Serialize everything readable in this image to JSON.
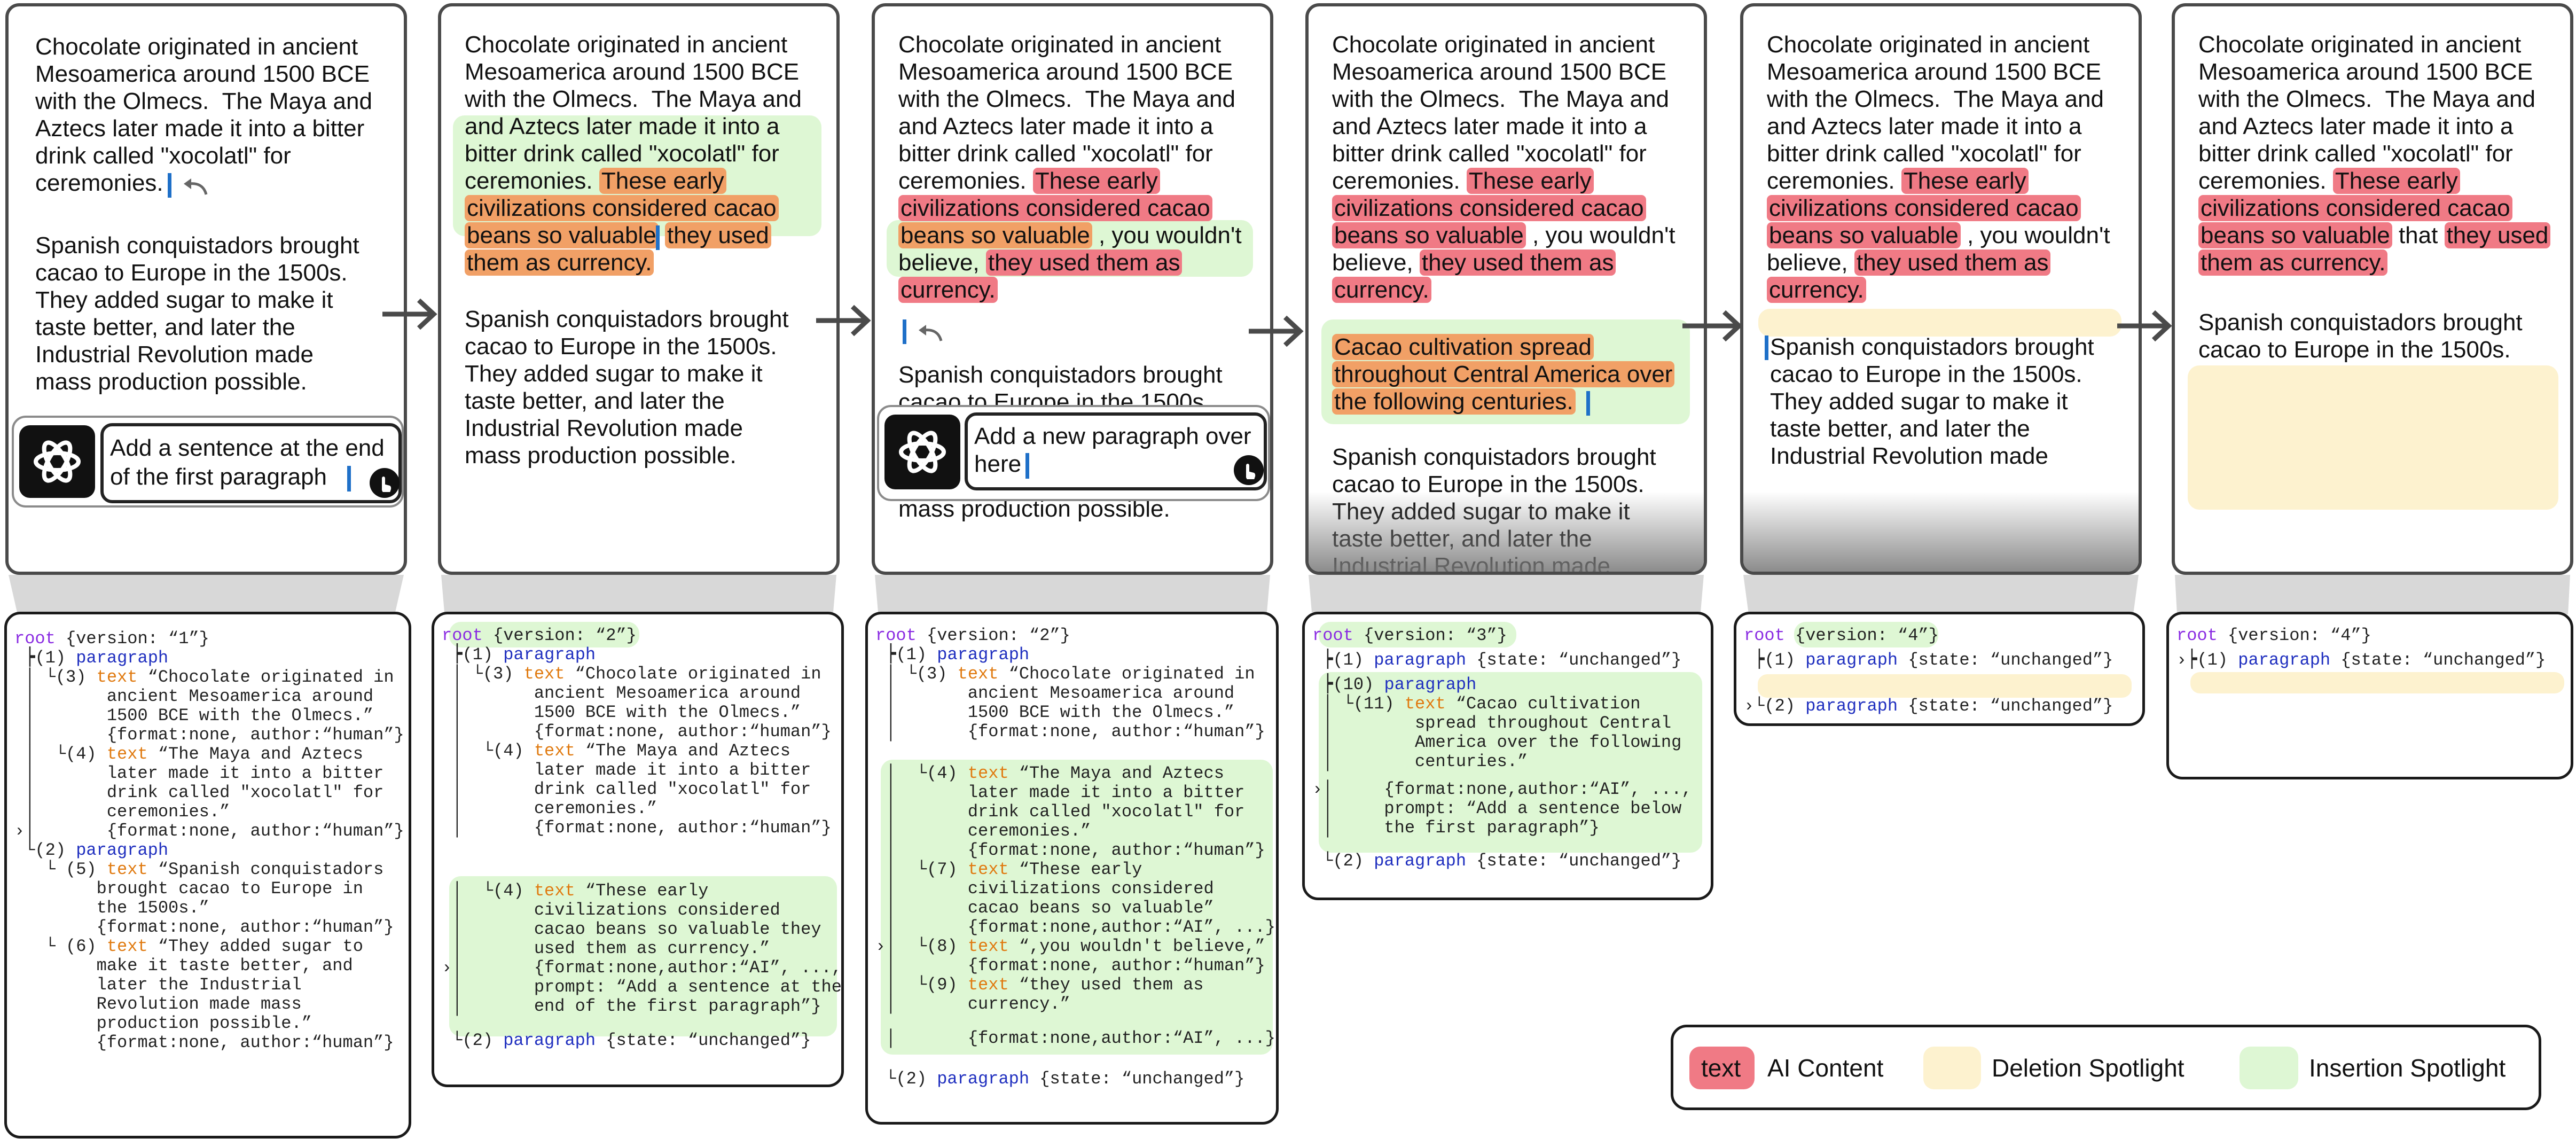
{
  "paragraph1": {
    "line1": "Chocolate originated in ancient",
    "line2": "Mesoamerica around 1500 BCE",
    "line3": "with the Olmecs.",
    "line3b": "The Maya and",
    "line4": "Aztecs later made it into a bitter",
    "line5": "drink called \"xocolatl\" for",
    "line6": "ceremonies."
  },
  "paragraph2": {
    "line1": "Spanish conquistadors brought",
    "line2": "cacao to Europe in the 1500s.",
    "line3": "They added sugar to make it",
    "line4": "taste better, and later the",
    "line5": "Industrial Revolution made",
    "line6": "mass production possible."
  },
  "panel2": {
    "line4": "and Aztecs later made it into a",
    "line5": "bitter drink called \"xocolatl\" for",
    "line6": "ceremonies.",
    "ins1": "These early",
    "ins2": "civilizations considered cacao",
    "ins3": "beans so valuable",
    "ins3b": "they used",
    "ins4": "them as currency."
  },
  "panel3": {
    "seg_wouldnt": ", you wouldn't",
    "seg_believe": "believe,",
    "seg_used": "they used them as",
    "seg_currency": "currency.",
    "para2_cut": "cacao to Europe in the 1500s"
  },
  "panel4": {
    "ins1": "Cacao cultivation spread",
    "ins2": "throughout Central America over",
    "ins3": "the following centuries."
  },
  "panel6": {
    "that": "that"
  },
  "prompt1": {
    "text1": "Add a sentence at the end",
    "text2": "of the first paragraph"
  },
  "prompt2": {
    "text1": "Add a new paragraph over",
    "text2": "here"
  },
  "tree1": {
    "l1a": "root",
    "l1b": " {version: “1”}",
    "l2": " ┝(1) ",
    "l2p": "paragraph",
    "l3": " │ └(3) ",
    "l3t": "text",
    "l3b": " “Chocolate originated in",
    "l4": " │       ancient Mesoamerica around",
    "l5": " │       1500 BCE with the Olmecs.”",
    "l6": " │       {format:none, author:“human”}",
    "l7": " │  └(4) ",
    "l7t": "text",
    "l7b": " “The Maya and Aztecs",
    "l8": " │       later made it into a bitter",
    "l9": " │       drink called \"xocolatl\" for",
    "l10": " │       ceremonies.”",
    "l11": "›│       {format:none, author:“human”}",
    "l12": " └(2) ",
    "l12p": "paragraph",
    "l13": "   └ (5) ",
    "l13t": "text",
    "l13b": " “Spanish conquistadors",
    "l14": "        brought cacao to Europe in",
    "l15": "        the 1500s.”",
    "l16": "        {format:none, author:“human”}",
    "l17": "   └ (6) ",
    "l17t": "text",
    "l17b": " “They added sugar to",
    "l18": "        make it taste better, and",
    "l19": "        later the Industrial",
    "l20": "        Revolution made mass",
    "l21": "        production possible.”",
    "l22": "        {format:none, author:“human”}"
  },
  "tree2": {
    "l1a": "root",
    "l1b": " {version: “2”}",
    "l2": " ┝(1) ",
    "l2p": "paragraph",
    "l3": " │ └(3) ",
    "l3t": "text",
    "l3b": " “Chocolate originated in",
    "l4": " │       ancient Mesoamerica around",
    "l5": " │       1500 BCE with the Olmecs.”",
    "l6": " │       {format:none, author:“human”}",
    "l7": " │  └(4) ",
    "l7t": "text",
    "l7b": " “The Maya and Aztecs",
    "l8": " │       later made it into a bitter",
    "l9": " │       drink called \"xocolatl\" for",
    "l10": " │       ceremonies.”",
    "l11": " │       {format:none, author:“human”}",
    "l12": " │  └(4) ",
    "l12t": "text",
    "l12b": " “These early",
    "l13": " │       civilizations considered",
    "l14": " │       cacao beans so valuable they",
    "l15": " │       used them as currency.”",
    "l16": "›│       {format:none,author:“AI”, ...,",
    "l17": " │       prompt: “Add a sentence at the",
    "l18": " │       end of the first paragraph”}",
    "l19": " └(2) ",
    "l19p": "paragraph",
    "l19b": " {state: “unchanged”}"
  },
  "tree3": {
    "l1a": "root",
    "l1b": " {version: “2”}",
    "l2": " ┝(1) ",
    "l2p": "paragraph",
    "l3": " │ └(3) ",
    "l3t": "text",
    "l3b": " “Chocolate originated in",
    "l4": " │       ancient Mesoamerica around",
    "l5": " │       1500 BCE with the Olmecs.”",
    "l6": " │       {format:none, author:“human”}",
    "l7": " │  └(4) ",
    "l7t": "text",
    "l7b": " “The Maya and Aztecs",
    "l8": " │       later made it into a bitter",
    "l9": " │       drink called \"xocolatl\" for",
    "l10": " │       ceremonies.”",
    "l11": " │       {format:none, author:“human”}",
    "l12": " │  └(7) ",
    "l12t": "text",
    "l12b": " “These early",
    "l13": " │       civilizations considered",
    "l14": " │       cacao beans so valuable”",
    "l15": " │       {format:none,author:“AI”, ...}",
    "l16": "›│  └(8) ",
    "l16t": "text",
    "l16b": " “,you wouldn't believe,”",
    "l17": " │       {format:none, author:“human”}",
    "l18": " │  └(9) ",
    "l18t": "text",
    "l18b": " “they used them as",
    "l19": " │       currency.”",
    "l20": " │       {format:none,author:“AI”, ...}",
    "l21": " └(2) ",
    "l21p": "paragraph",
    "l21b": " {state: “unchanged”}"
  },
  "tree4": {
    "l1a": "root",
    "l1b": " {version: “3”}",
    "l2": " ┝(1) ",
    "l2p": "paragraph",
    "l2b": " {state: “unchanged”}",
    "l3": " ┝(10) ",
    "l3p": "paragraph",
    "l4": " │ └(11) ",
    "l4t": "text",
    "l4b": " “Cacao cultivation",
    "l5": " │        spread throughout Central",
    "l6": " │        America over the following",
    "l7": " │        centuries.”",
    "l8": "›│     {format:none,author:“AI”, ...,",
    "l9": " │     prompt: “Add a sentence below",
    "l10": " │     the first paragraph”}",
    "l11": " └(2) ",
    "l11p": "paragraph",
    "l11b": " {state: “unchanged”}"
  },
  "tree5": {
    "l1a": "root",
    "l1b": " {version: “4”}",
    "l2": " ┝(1) ",
    "l2p": "paragraph",
    "l2b": " {state: “unchanged”}",
    "l3": "›└(2) ",
    "l3p": "paragraph",
    "l3b": " {state: “unchanged”}"
  },
  "tree6": {
    "l1a": "root",
    "l1b": " {version: “4”}",
    "l2": "›┝(1) ",
    "l2p": "paragraph",
    "l2b": " {state: “unchanged”}"
  },
  "legend": {
    "swatch_text": "text",
    "ai": "AI Content",
    "del": "Deletion Spotlight",
    "ins": "Insertion Spotlight"
  },
  "colors": {
    "ai": "#f07a85",
    "ai_new": "#f1a066",
    "insertion": "#def7d4",
    "deletion": "#fdf2cf",
    "caret": "#1f70c8",
    "keyword": "#8a2be2",
    "paragraph": "#1f2fbf",
    "text_node": "#e07a10"
  }
}
